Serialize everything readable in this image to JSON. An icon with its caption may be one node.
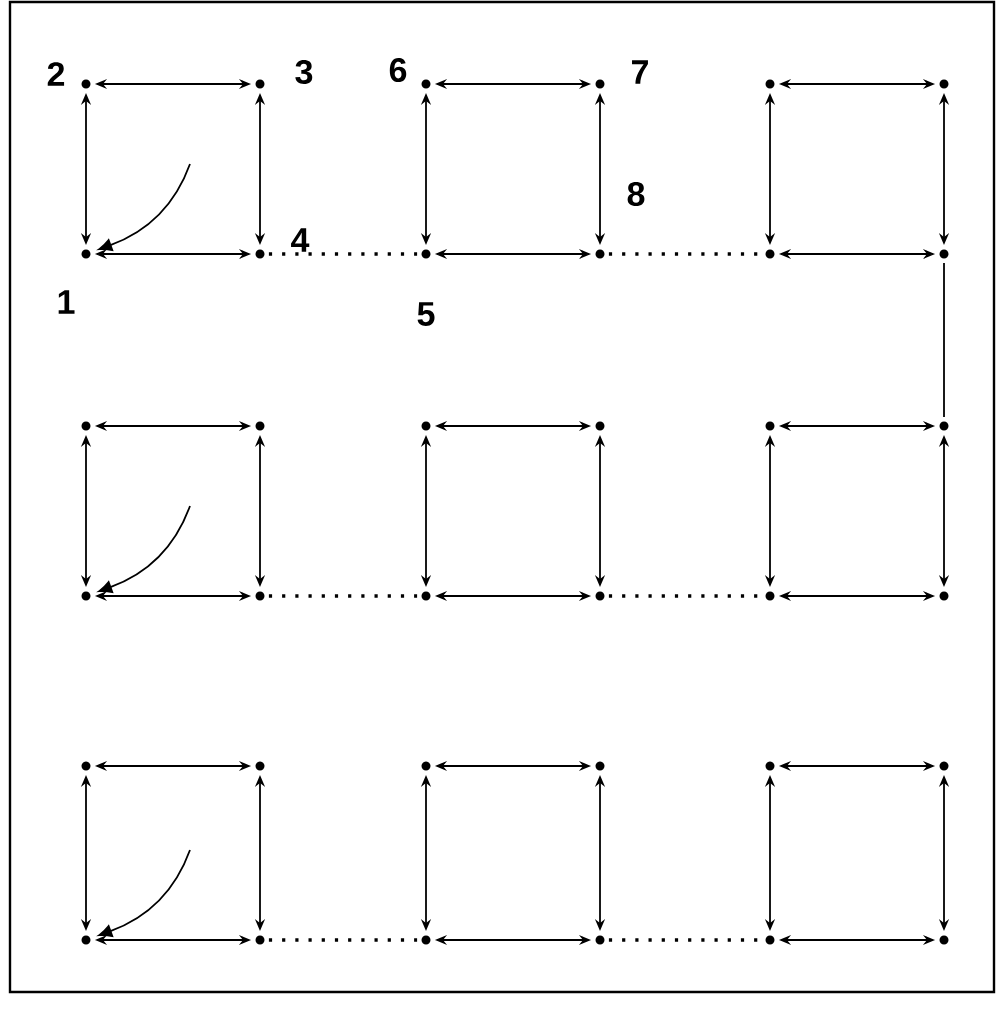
{
  "diagram": {
    "nodes": [
      {
        "text": [],
        "shape": "circle",
        "beside": [
          "2"
        ]
      },
      {
        "text": [],
        "shape": "circle",
        "beside": [
          "3"
        ]
      },
      {
        "text": [],
        "shape": "circle",
        "beside": [
          "6"
        ]
      },
      {
        "text": [],
        "shape": "circle",
        "beside": [
          "7"
        ]
      },
      {
        "text": [],
        "shape": "circle"
      },
      {
        "text": [],
        "shape": "circle"
      },
      {
        "text": [],
        "shape": "circle",
        "beside": [
          "1"
        ]
      },
      {
        "text": [],
        "shape": "circle",
        "beside": [
          "4"
        ]
      },
      {
        "text": [],
        "shape": "circle",
        "beside": [
          "5"
        ]
      },
      {
        "text": [],
        "shape": "circle",
        "beside": [
          "8"
        ]
      },
      {
        "text": [],
        "shape": "circle"
      },
      {
        "text": [],
        "shape": "circle"
      },
      {
        "text": [],
        "shape": "circle"
      },
      {
        "text": [],
        "shape": "circle"
      },
      {
        "text": [],
        "shape": "circle"
      },
      {
        "text": [],
        "shape": "circle"
      },
      {
        "text": [],
        "shape": "circle"
      },
      {
        "text": [],
        "shape": "circle"
      },
      {
        "text": [],
        "shape": "circle"
      },
      {
        "text": [],
        "shape": "circle"
      },
      {
        "text": [],
        "shape": "circle"
      },
      {
        "text": [],
        "shape": "circle"
      },
      {
        "text": [],
        "shape": "circle"
      },
      {
        "text": [],
        "shape": "circle"
      },
      {
        "text": [],
        "shape": "circle"
      },
      {
        "text": [],
        "shape": "circle"
      },
      {
        "text": [],
        "shape": "circle"
      },
      {
        "text": [],
        "shape": "circle"
      },
      {
        "text": [],
        "shape": "circle"
      },
      {
        "text": [],
        "shape": "circle"
      },
      {
        "text": [],
        "shape": "circle"
      },
      {
        "text": [],
        "shape": "circle"
      },
      {
        "text": [],
        "shape": "circle"
      },
      {
        "text": [],
        "shape": "circle"
      },
      {
        "text": [],
        "shape": "circle"
      },
      {
        "text": [],
        "shape": "circle"
      }
    ],
    "edges": [
      {
        "from": 0,
        "to": 1,
        "arrow": "both"
      },
      {
        "from": 0,
        "to": 6,
        "arrow": "both"
      },
      {
        "from": 1,
        "to": 7,
        "arrow": "both"
      },
      {
        "from": 6,
        "to": 7,
        "arrow": "both"
      },
      {
        "from": 2,
        "to": 3,
        "arrow": "both"
      },
      {
        "from": 2,
        "to": 8,
        "arrow": "both"
      },
      {
        "from": 3,
        "to": 9,
        "arrow": "both"
      },
      {
        "from": 8,
        "to": 9,
        "arrow": "both"
      },
      {
        "from": 4,
        "to": 5,
        "arrow": "both"
      },
      {
        "from": 4,
        "to": 10,
        "arrow": "both"
      },
      {
        "from": 5,
        "to": 11,
        "arrow": "both"
      },
      {
        "from": 10,
        "to": 11,
        "arrow": "both"
      },
      {
        "from": 7,
        "to": 8,
        "arrow": "none",
        "style": "dashed"
      },
      {
        "from": 9,
        "to": 10,
        "arrow": "none",
        "style": "dashed"
      },
      {
        "from": 11,
        "to": 17,
        "arrow": "none"
      },
      {
        "from": null,
        "to": 6,
        "arrow": "to"
      },
      {
        "from": 12,
        "to": 13,
        "arrow": "both"
      },
      {
        "from": 12,
        "to": 18,
        "arrow": "both"
      },
      {
        "from": 13,
        "to": 19,
        "arrow": "both"
      },
      {
        "from": 18,
        "to": 19,
        "arrow": "both"
      },
      {
        "from": 14,
        "to": 15,
        "arrow": "both"
      },
      {
        "from": 14,
        "to": 20,
        "arrow": "both"
      },
      {
        "from": 15,
        "to": 21,
        "arrow": "both"
      },
      {
        "from": 20,
        "to": 21,
        "arrow": "both"
      },
      {
        "from": 16,
        "to": 17,
        "arrow": "both"
      },
      {
        "from": 16,
        "to": 22,
        "arrow": "both"
      },
      {
        "from": 17,
        "to": 23,
        "arrow": "both"
      },
      {
        "from": 22,
        "to": 23,
        "arrow": "both"
      },
      {
        "from": 19,
        "to": 20,
        "arrow": "none",
        "style": "dashed"
      },
      {
        "from": 21,
        "to": 22,
        "arrow": "none",
        "style": "dashed"
      },
      {
        "from": null,
        "to": 18,
        "arrow": "to"
      },
      {
        "from": 24,
        "to": 25,
        "arrow": "both"
      },
      {
        "from": 24,
        "to": 30,
        "arrow": "both"
      },
      {
        "from": 25,
        "to": 31,
        "arrow": "both"
      },
      {
        "from": 30,
        "to": 31,
        "arrow": "both"
      },
      {
        "from": 26,
        "to": 27,
        "arrow": "both"
      },
      {
        "from": 26,
        "to": 32,
        "arrow": "both"
      },
      {
        "from": 27,
        "to": 33,
        "arrow": "both"
      },
      {
        "from": 32,
        "to": 33,
        "arrow": "both"
      },
      {
        "from": 28,
        "to": 29,
        "arrow": "both"
      },
      {
        "from": 28,
        "to": 34,
        "arrow": "both"
      },
      {
        "from": 29,
        "to": 35,
        "arrow": "both"
      },
      {
        "from": 34,
        "to": 35,
        "arrow": "both"
      },
      {
        "from": 31,
        "to": 32,
        "arrow": "none",
        "style": "dashed"
      },
      {
        "from": 33,
        "to": 34,
        "arrow": "none",
        "style": "dashed"
      },
      {
        "from": null,
        "to": 30,
        "arrow": "to"
      }
    ]
  }
}
